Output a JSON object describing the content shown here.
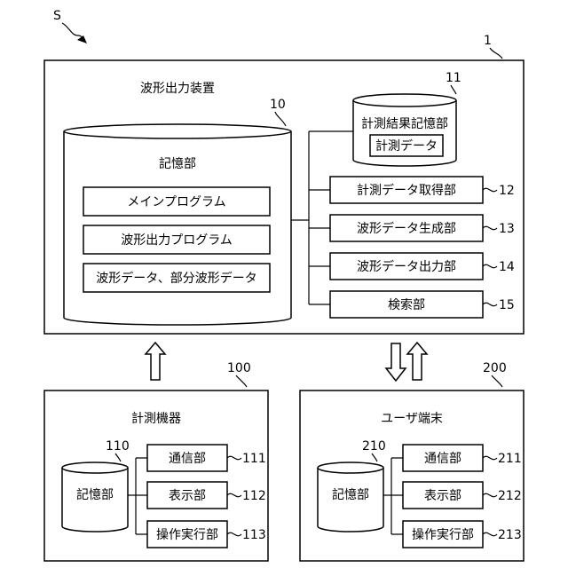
{
  "system": {
    "label": "S"
  },
  "device": {
    "number": "1",
    "title": "波形出力装置",
    "storage": {
      "number": "10",
      "title": "記憶部",
      "items": [
        "メインプログラム",
        "波形出力プログラム",
        "波形データ、部分波形データ"
      ]
    },
    "result_storage": {
      "number": "11",
      "title": "計測結果記憶部",
      "data": "計測データ"
    },
    "units": [
      {
        "label": "計測データ取得部",
        "number": "12"
      },
      {
        "label": "波形データ生成部",
        "number": "13"
      },
      {
        "label": "波形データ出力部",
        "number": "14"
      },
      {
        "label": "検索部",
        "number": "15"
      }
    ]
  },
  "instrument": {
    "number": "100",
    "title": "計測機器",
    "storage": {
      "number": "110",
      "title": "記憶部"
    },
    "units": [
      {
        "label": "通信部",
        "number": "111"
      },
      {
        "label": "表示部",
        "number": "112"
      },
      {
        "label": "操作実行部",
        "number": "113"
      }
    ]
  },
  "terminal": {
    "number": "200",
    "title": "ユーザ端末",
    "storage": {
      "number": "210",
      "title": "記憶部"
    },
    "units": [
      {
        "label": "通信部",
        "number": "211"
      },
      {
        "label": "表示部",
        "number": "212"
      },
      {
        "label": "操作実行部",
        "number": "213"
      }
    ]
  }
}
